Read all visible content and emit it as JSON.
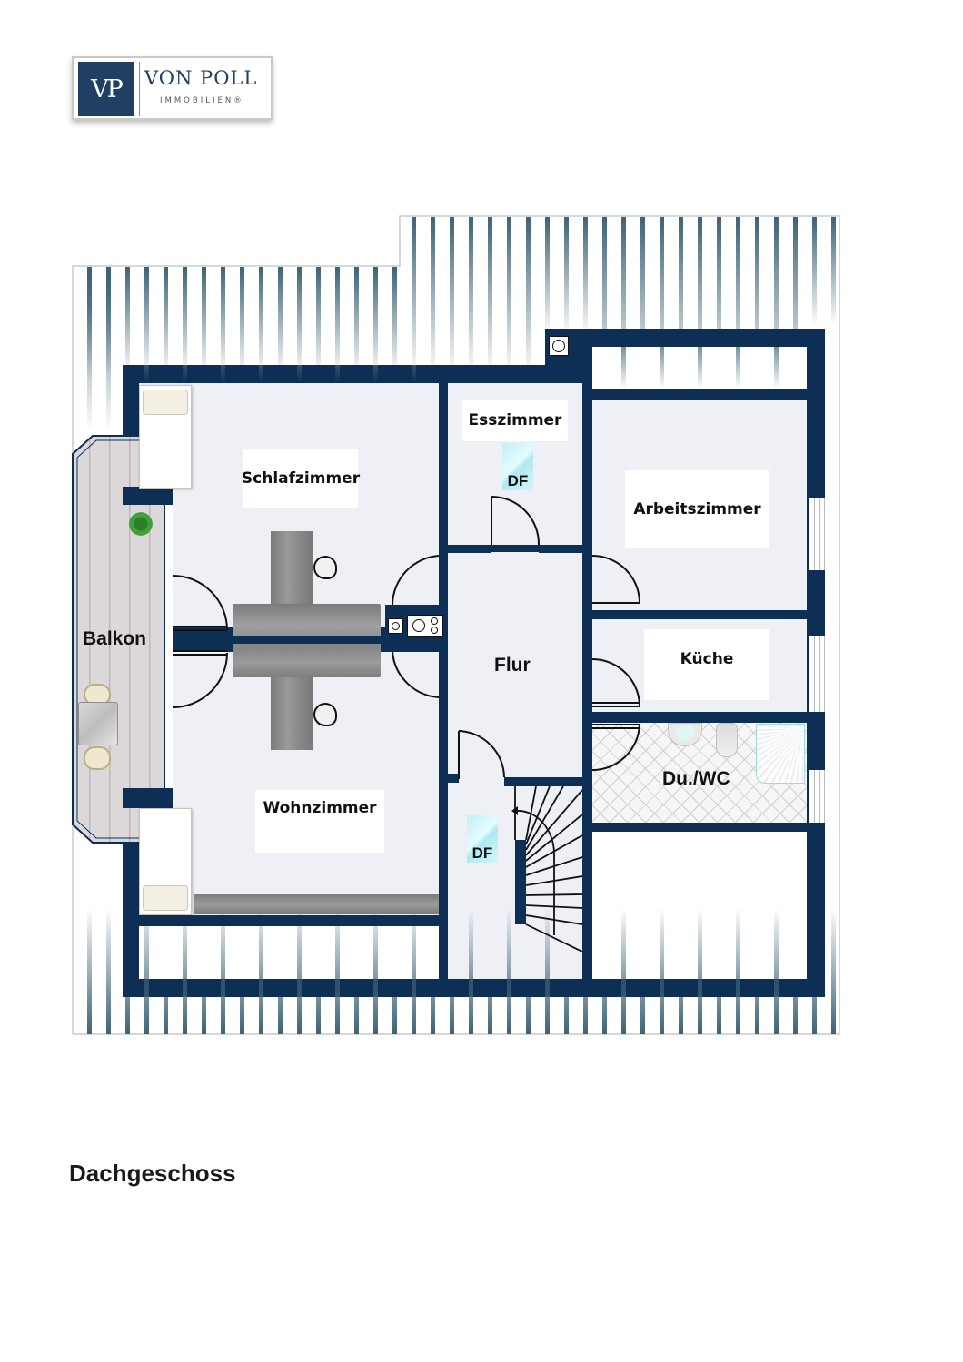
{
  "logo": {
    "mark": "VP",
    "name": "VON POLL",
    "subtitle": "IMMOBILIEN®"
  },
  "floor_title": "Dachgeschoss",
  "colors": {
    "wall": "#0d2f55",
    "floor": "#eef0f5",
    "label_bg": "#ffffff",
    "logo_blue": "#1f3f63",
    "skylight": "#bdf1f6"
  },
  "rooms": {
    "schlafzimmer": "Schlafzimmer",
    "esszimmer": "Esszimmer",
    "arbeitszimmer": "Arbeitszimmer",
    "balkon": "Balkon",
    "flur": "Flur",
    "kueche": "Küche",
    "du_wc": "Du./WC",
    "wohnzimmer": "Wohnzimmer"
  },
  "skylights": {
    "esszimmer_df": "DF",
    "flur_df": "DF"
  }
}
